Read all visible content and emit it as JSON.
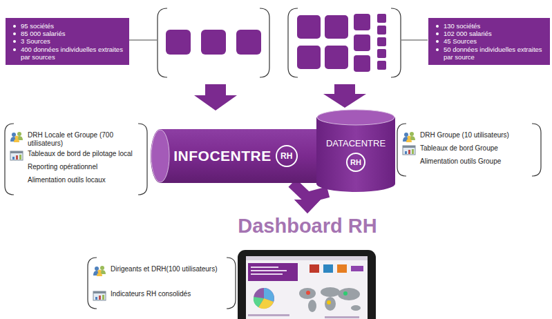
{
  "diagram": {
    "nodes": [
      {
        "text": [
          "95 sociétés",
          "85 000 salariés",
          "3 Sources",
          "400 données individuelles extraites par sources"
        ]
      },
      {
        "text": [
          "130 sociétés",
          "102 000 salariés",
          "45 Sources",
          "50 données individuelles extraites par source"
        ]
      },
      {
        "text": [
          "DRH Locale et Groupe (700 utilisateurs)",
          "Tableaux de bord de pilotage local",
          "Reporting opérationnel",
          "Alimentation outils locaux"
        ]
      },
      {
        "text": [
          "INFOCENTRE",
          "RH"
        ]
      },
      {
        "text": [
          "DATACENTRE",
          "RH"
        ]
      },
      {
        "text": [
          "DRH Groupe (10 utilisateurs)",
          "Tableaux de bord Groupe",
          "Alimentation outils Groupe"
        ]
      },
      {
        "text": [
          "Dashboard RH"
        ]
      },
      {
        "text": [
          "Dirigeants et DRH(100 utilisateurs)",
          "Indicateurs RH consolidés"
        ]
      }
    ],
    "edges": [
      {
        "from": 3,
        "to": 6,
        "arrow": "to"
      },
      {
        "from": 4,
        "to": 6,
        "arrow": "to"
      }
    ]
  }
}
